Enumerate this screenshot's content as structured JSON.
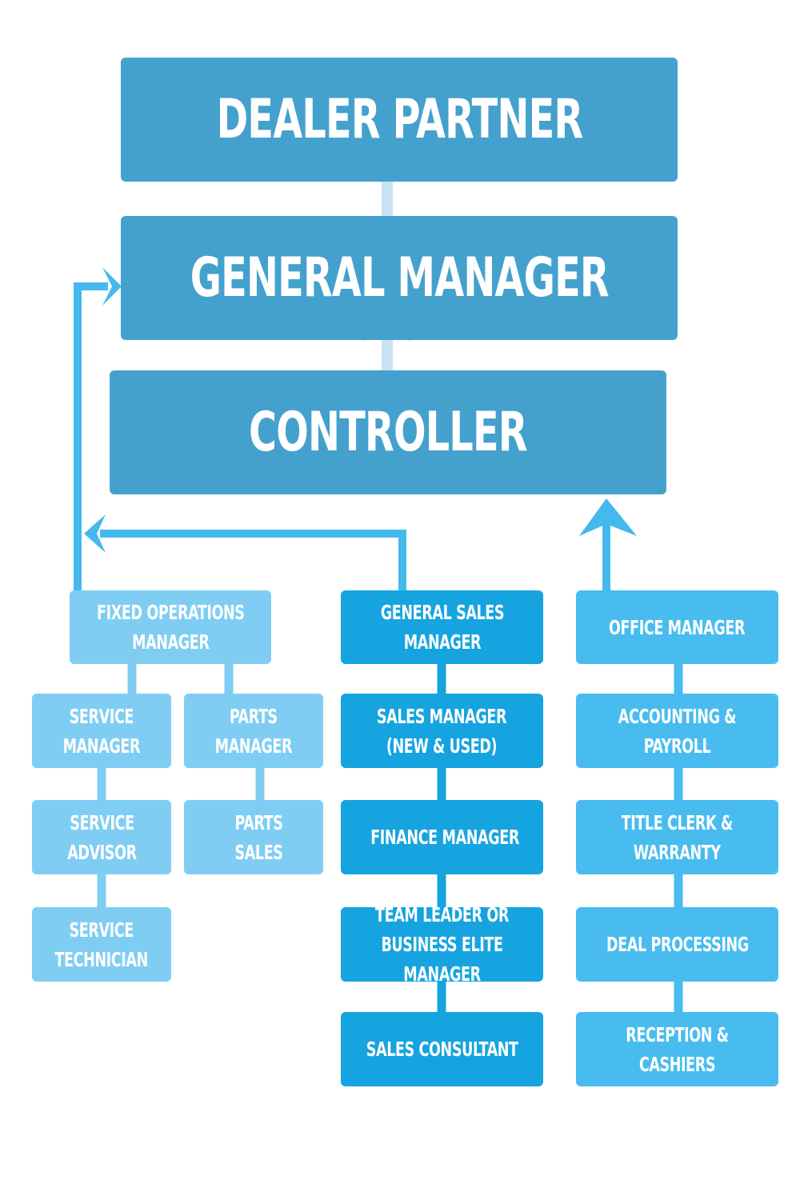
{
  "top": {
    "dealer_partner": "DEALER PARTNER",
    "general_manager": "GENERAL MANAGER",
    "controller": "CONTROLLER"
  },
  "fixed_ops": {
    "head": "FIXED OPERATIONS\nMANAGER",
    "service_manager": "SERVICE\nMANAGER",
    "parts_manager": "PARTS\nMANAGER",
    "service_advisor": "SERVICE\nADVISOR",
    "parts_sales": "PARTS\nSALES",
    "service_technician": "SERVICE\nTECHNICIAN"
  },
  "sales": {
    "head": "GENERAL SALES\nMANAGER",
    "sales_manager": "SALES MANAGER\n(NEW & USED)",
    "finance_manager": "FINANCE MANAGER",
    "team_leader": "TEAM LEADER OR\nBUSINESS ELITE MANAGER",
    "sales_consultant": "SALES CONSULTANT"
  },
  "office": {
    "head": "OFFICE MANAGER",
    "accounting": "ACCOUNTING & PAYROLL",
    "title_clerk": "TITLE CLERK &\nWARRANTY",
    "deal_processing": "DEAL PROCESSING",
    "reception": "RECEPTION & CASHIERS"
  },
  "colors": {
    "top_boxes": "#44a1cd",
    "fixed_ops": "#7fcdf3",
    "sales": "#16a4e0",
    "office": "#48bcef",
    "arrow": "#45b9ee",
    "arrow_light": "#c8e3f2"
  }
}
